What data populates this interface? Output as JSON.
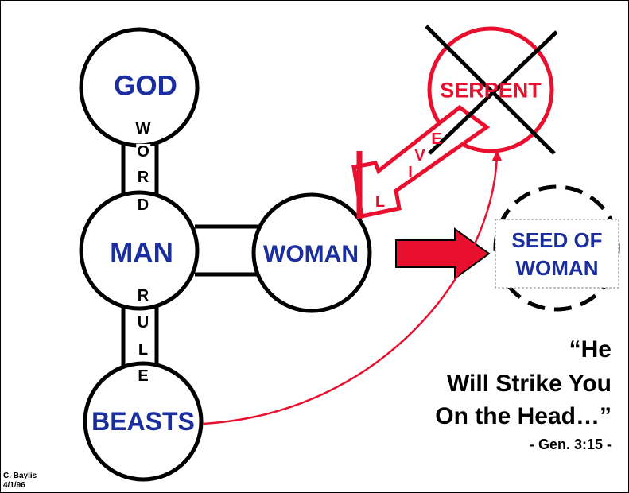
{
  "nodes": {
    "god": "GOD",
    "man": "MAN",
    "woman": "WOMAN",
    "beasts": "BEASTS",
    "serpent": "SERPENT",
    "seed_line1": "SEED OF",
    "seed_line2": "WOMAN"
  },
  "links": {
    "word": [
      "W",
      "O",
      "R",
      "D"
    ],
    "rule": [
      "R",
      "U",
      "L",
      "E"
    ],
    "evil": [
      "E",
      "V",
      "I",
      "L"
    ]
  },
  "quote": {
    "line1": "“He",
    "line2": "Will Strike You",
    "line3": "On the Head…”",
    "reference": "- Gen. 3:15 -"
  },
  "credit": {
    "author": "C. Baylis",
    "date": "4/1/96"
  },
  "colors": {
    "blue_text": "#1a2ea0",
    "red": "#e8102e",
    "black": "#000000"
  }
}
